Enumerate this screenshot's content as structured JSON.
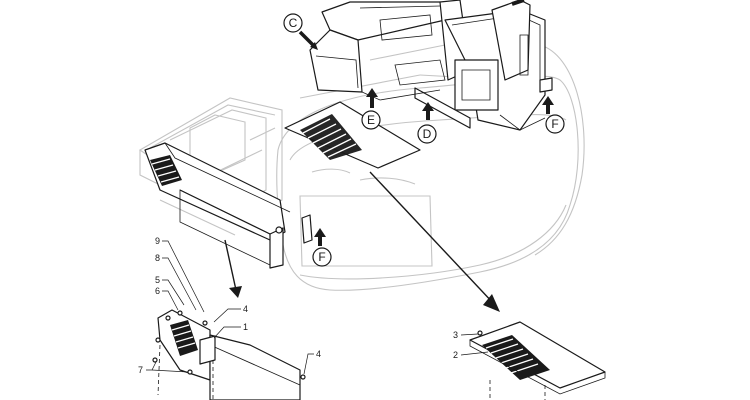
{
  "view_callouts": {
    "c": "C",
    "d": "D",
    "e": "E",
    "f_upper": "F",
    "f_lower": "F"
  },
  "part_numbers": {
    "n9": "9",
    "n8": "8",
    "n5": "5",
    "n6": "6",
    "n4_a": "4",
    "n1": "1",
    "n7": "7",
    "n4_b": "4",
    "n3": "3",
    "n2": "2"
  },
  "colors": {
    "line": "#1a1a1a",
    "ghost": "#c4c4c4",
    "background": "#ffffff"
  }
}
